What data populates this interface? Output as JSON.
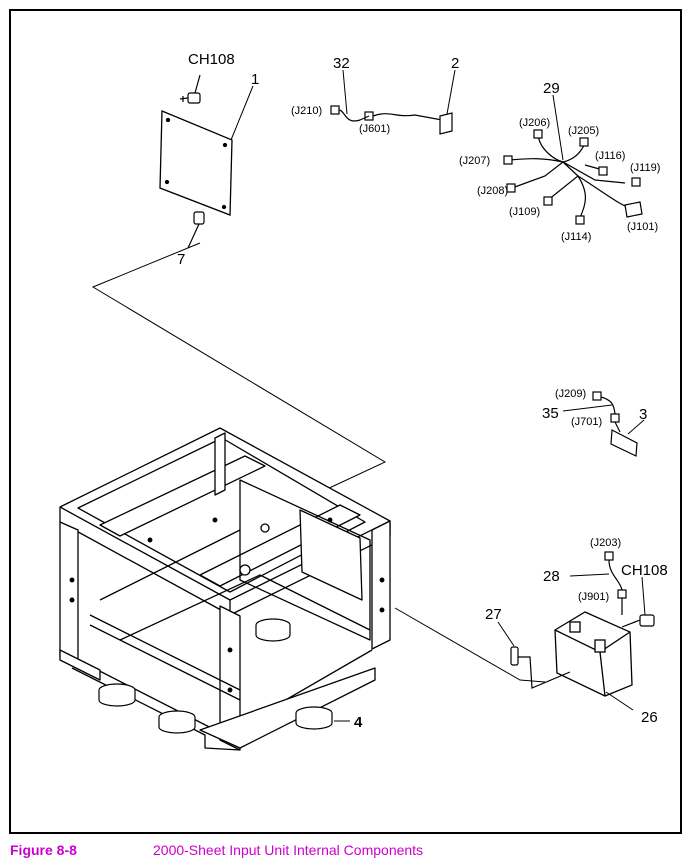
{
  "figure": {
    "number": "Figure 8-8",
    "title": "2000-Sheet Input Unit Internal Components",
    "caption_color": "#cc00cc"
  },
  "callouts": {
    "ch108_top": "CH108",
    "p1": "1",
    "p7": "7",
    "p32": "32",
    "p2": "2",
    "p29": "29",
    "p35": "35",
    "p3": "3",
    "p28": "28",
    "ch108_bottom": "CH108",
    "p27": "27",
    "p26": "26",
    "p4": "4"
  },
  "connectors": {
    "j210": "(J210)",
    "j601": "(J601)",
    "j206": "(J206)",
    "j205": "(J205)",
    "j116": "(J116)",
    "j207": "(J207)",
    "j119": "(J119)",
    "j208": "(J208)",
    "j109": "(J109)",
    "j101": "(J101)",
    "j114": "(J114)",
    "j209": "(J209)",
    "j701": "(J701)",
    "j203": "(J203)",
    "j901": "(J901)"
  }
}
